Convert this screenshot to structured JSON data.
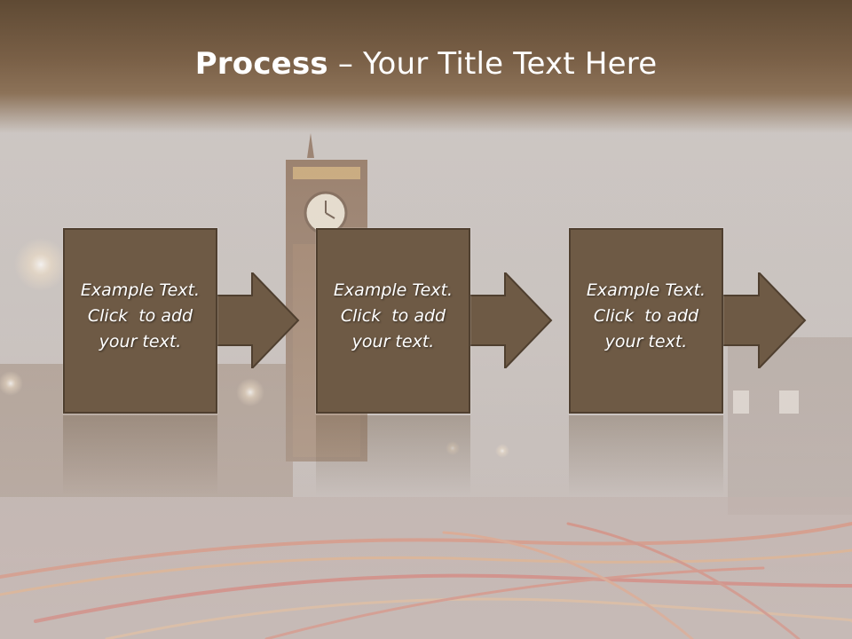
{
  "slide": {
    "title_bold": "Process",
    "title_rest": " – Your Title Text Here",
    "background_image": "night-city-clock-tower-icon"
  },
  "steps": [
    {
      "line1": "Example Text.",
      "line2": "Click  to add",
      "line3": "your text."
    },
    {
      "line1": "Example Text.",
      "line2": "Click  to add",
      "line3": "your text."
    },
    {
      "line1": "Example Text.",
      "line2": "Click  to add",
      "line3": "your text."
    }
  ],
  "colors": {
    "title_band": "#7a6047",
    "box_fill": "#6e5a45",
    "box_border": "#4f3f2f",
    "text": "#ffffff"
  }
}
